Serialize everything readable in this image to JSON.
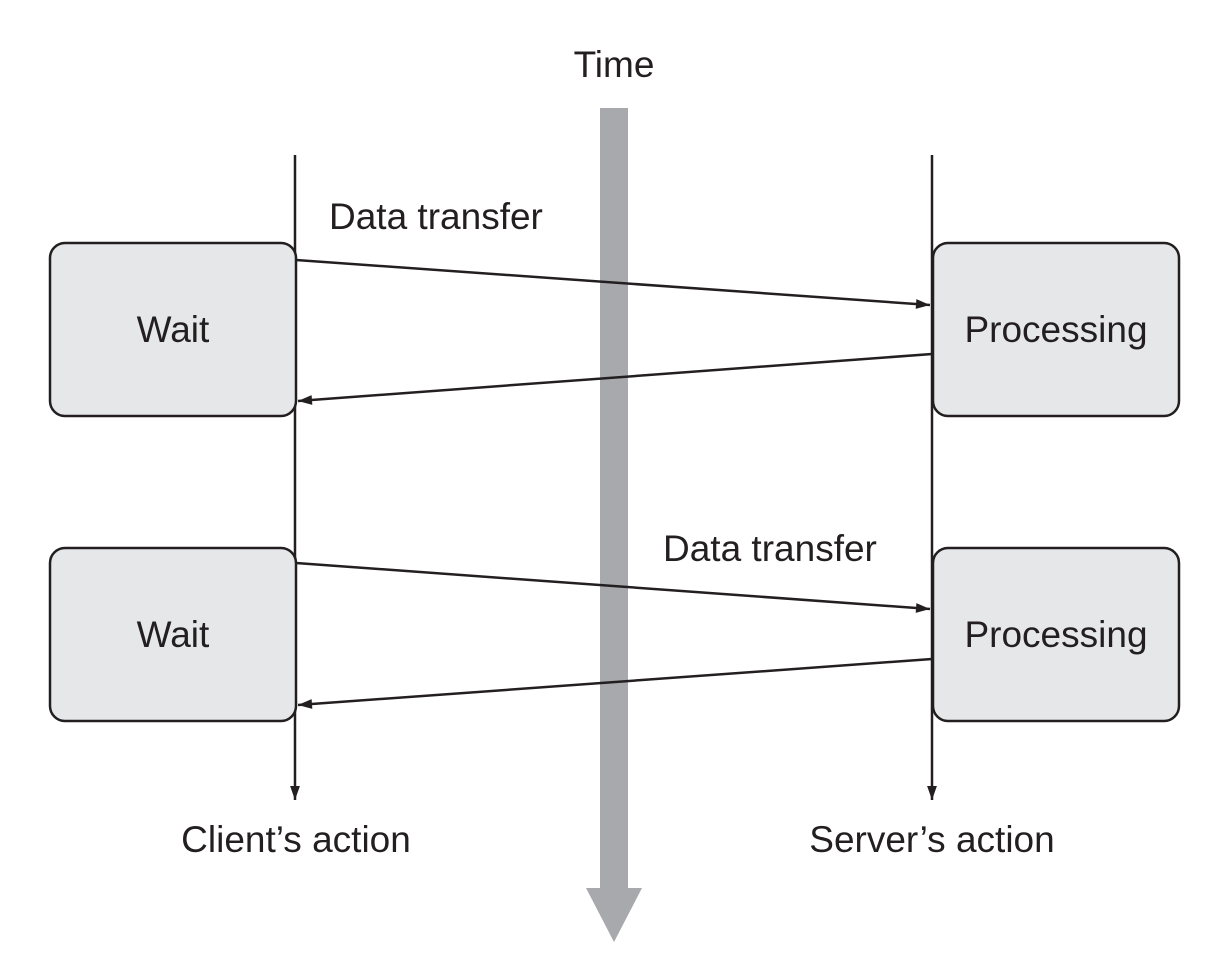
{
  "diagram": {
    "time_label": "Time",
    "client_label": "Client’s action",
    "server_label": "Server’s action",
    "steps": [
      {
        "client_box": "Wait",
        "server_box": "Processing",
        "transfer_label": "Data transfer"
      },
      {
        "client_box": "Wait",
        "server_box": "Processing",
        "transfer_label": "Data transfer"
      }
    ]
  },
  "colors": {
    "box_fill": "#e6e7e8",
    "line": "#231f20",
    "time_arrow": "#a7a9ac",
    "background": "#ffffff"
  }
}
